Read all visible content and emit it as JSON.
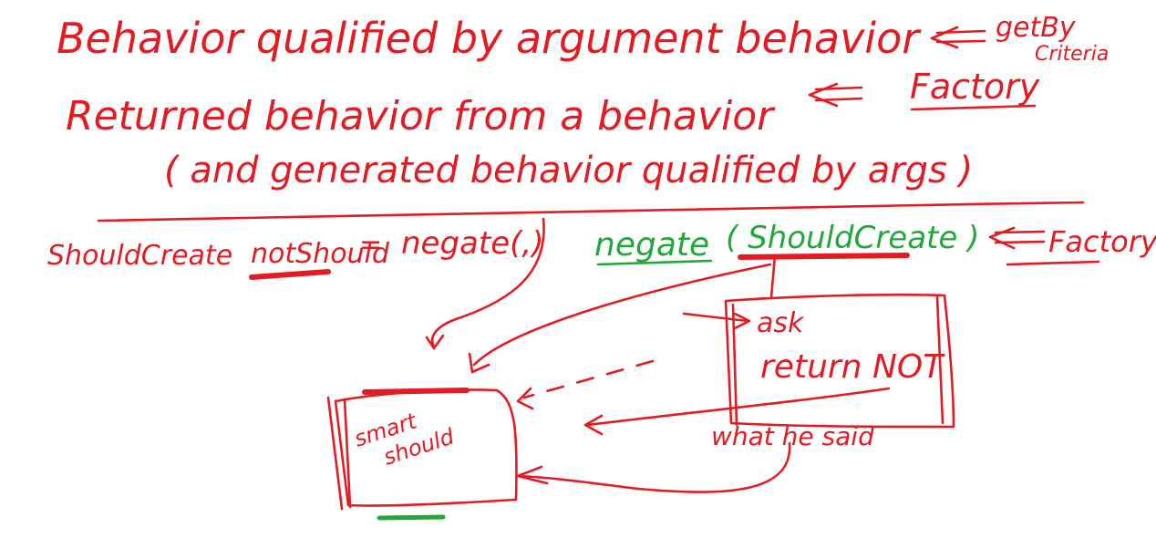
{
  "notes": {
    "line1": "Behavior qualified by argument behavior",
    "line1_tag": "getBy",
    "line1_tag_sub": "Criteria",
    "line2": "Returned behavior from a behavior",
    "line2_tag": "Factory",
    "line3": "( and generated behavior qualified by args )",
    "line4_left_a": "ShouldCreate",
    "line4_left_b": "notShould",
    "line4_left_c": "=",
    "line4_left_d": "negate(,)",
    "line4_green_a": "negate",
    "line4_green_b": "( ShouldCreate )",
    "line4_tag": "Factory"
  },
  "diagram": {
    "left_box_line1": "smart",
    "left_box_line2": "should",
    "right_box_line1": "ask",
    "right_box_line2": "return NOT",
    "right_box_caption": "what he said"
  },
  "colors": {
    "ink": "#e31b23",
    "green": "#22a83a",
    "background": "#ffffff"
  }
}
